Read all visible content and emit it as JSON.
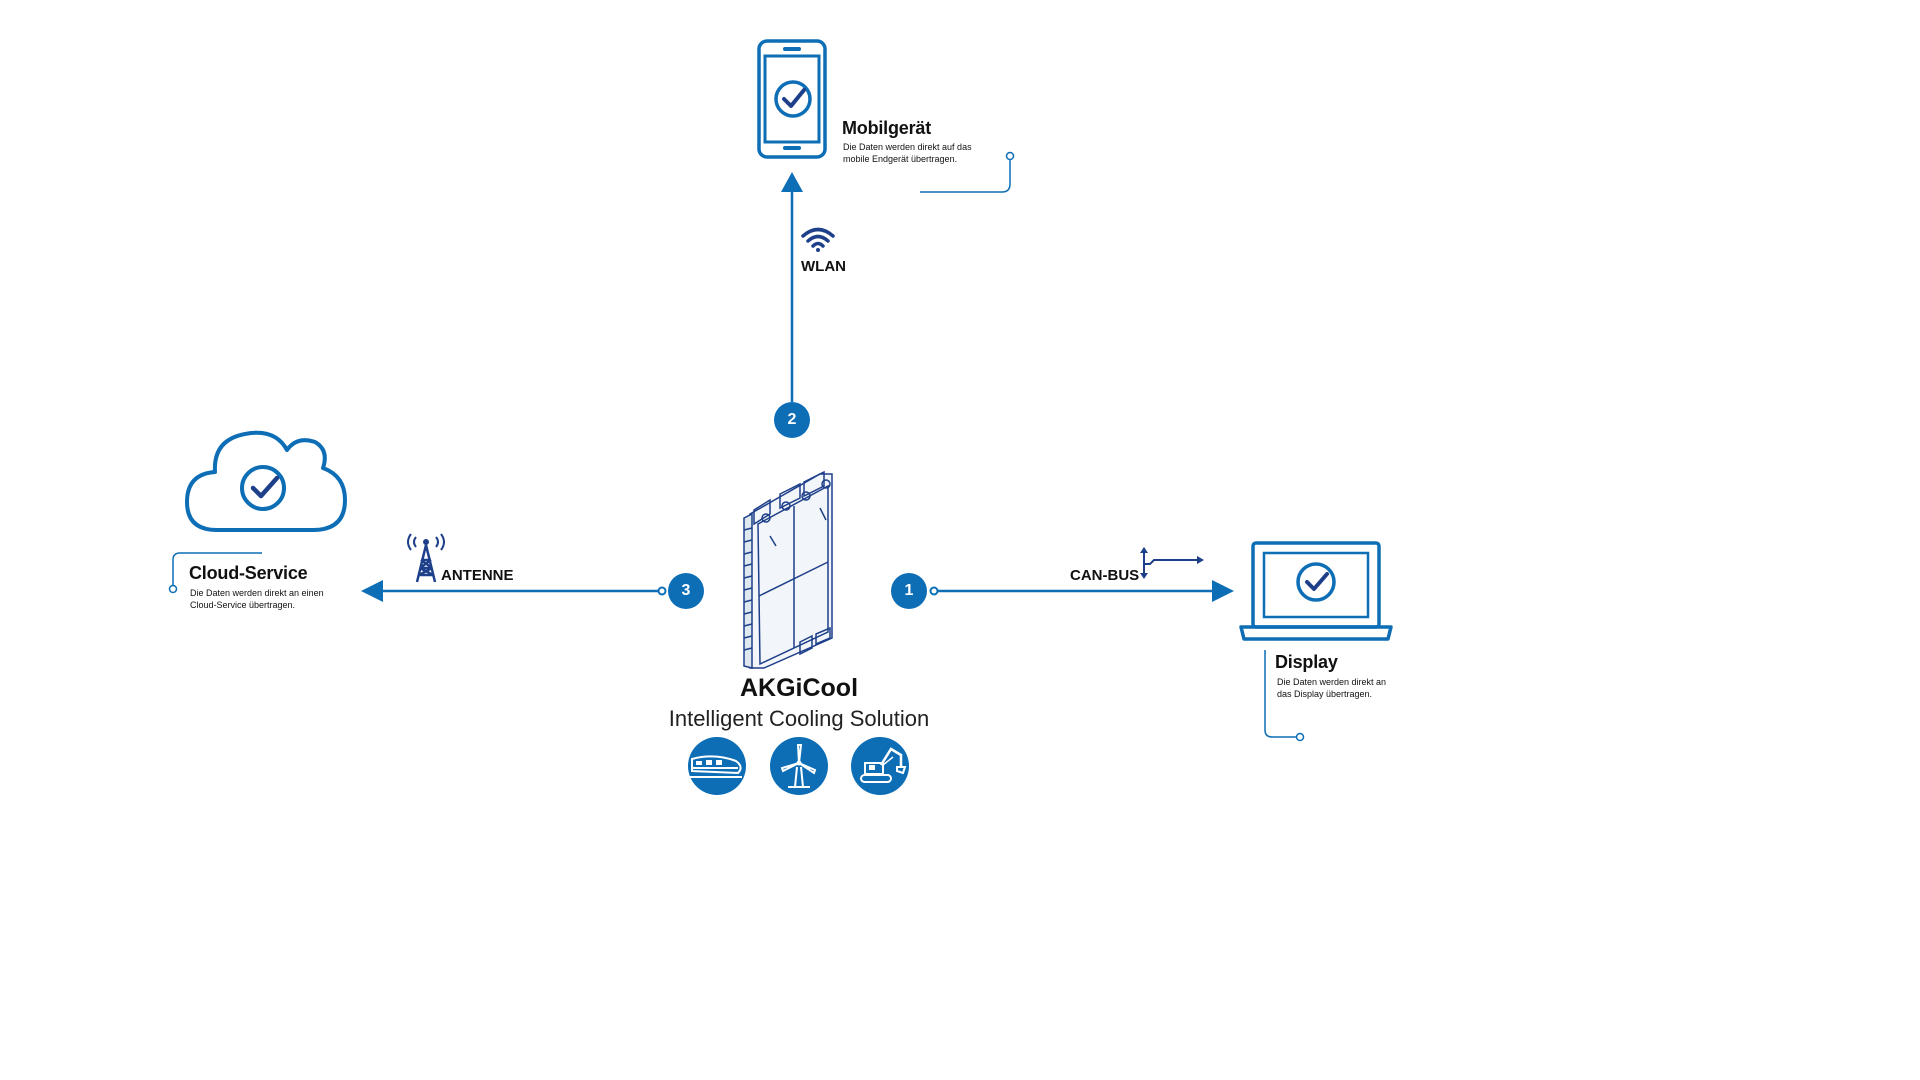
{
  "colors": {
    "accent": "#0d6eb6",
    "dark_accent": "#1e3f8a"
  },
  "product": {
    "name": "AKGiCool",
    "subtitle": "Intelligent Cooling Solution"
  },
  "mobile": {
    "title": "Mobilgerät",
    "desc_line1": "Die Daten werden direkt auf das",
    "desc_line2": "mobile Endgerät übertragen."
  },
  "cloud": {
    "title": "Cloud-Service",
    "desc_line1": "Die Daten werden direkt an einen",
    "desc_line2": "Cloud-Service übertragen."
  },
  "display": {
    "title": "Display",
    "desc_line1": "Die Daten werden direkt an",
    "desc_line2": "das Display übertragen."
  },
  "links": {
    "wlan": {
      "number": "2",
      "label": "WLAN",
      "icon": "wifi-icon"
    },
    "antenne": {
      "number": "3",
      "label": "ANTENNE",
      "icon": "antenna-tower-icon"
    },
    "canbus": {
      "number": "1",
      "label": "CAN-BUS",
      "icon": "can-bus-icon"
    }
  },
  "applications": [
    "train-icon",
    "wind-turbine-icon",
    "excavator-icon"
  ]
}
